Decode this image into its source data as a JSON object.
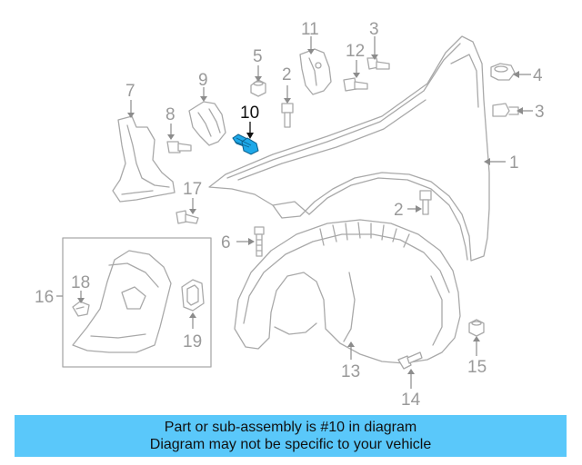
{
  "colors": {
    "highlight_part": "#1ea8e8",
    "banner_background": "#5ac8fa",
    "outline": "#a9a9a9",
    "callout_text": "#9a9a9a"
  },
  "highlighted_callout": "10",
  "callouts": {
    "c1": "1",
    "c2a": "2",
    "c2b": "2",
    "c3a": "3",
    "c3b": "3",
    "c4": "4",
    "c5": "5",
    "c6": "6",
    "c7": "7",
    "c8": "8",
    "c9": "9",
    "c10": "10",
    "c11": "11",
    "c12": "12",
    "c13": "13",
    "c14": "14",
    "c15": "15",
    "c16": "16",
    "c17": "17",
    "c18": "18",
    "c19": "19"
  },
  "banner": {
    "line1": "Part or sub-assembly is #10 in diagram",
    "line2": "Diagram may not be specific to your vehicle"
  }
}
